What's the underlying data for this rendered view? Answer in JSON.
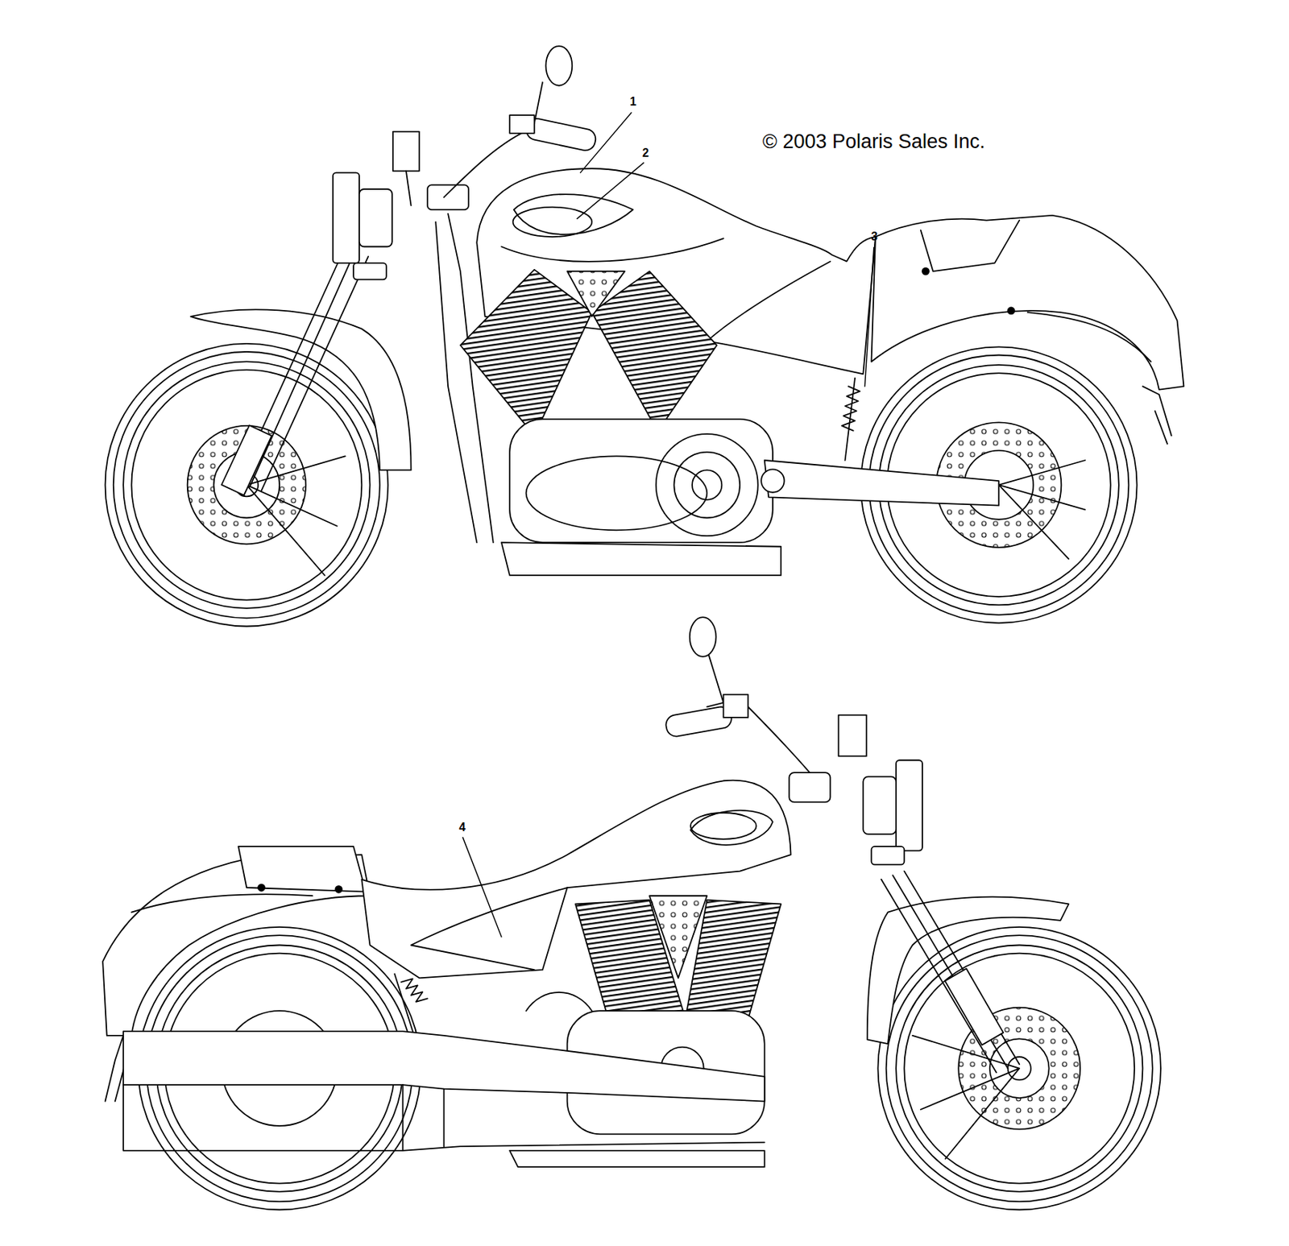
{
  "diagram": {
    "labels": [
      "1",
      "2",
      "© 2003 Polaris Sales Inc.",
      "3",
      "4"
    ]
  }
}
